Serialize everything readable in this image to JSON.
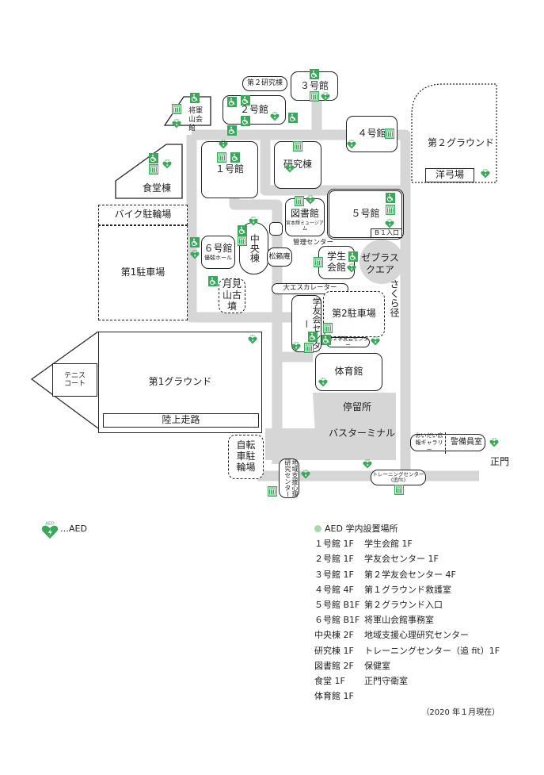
{
  "buildings": {
    "research2": "第２研究棟",
    "bldg3": "３号館",
    "shogunyama": "将軍山会館",
    "bldg2": "２号館",
    "cafeteria": "食堂棟",
    "bldg1": "１号館",
    "research": "研究棟",
    "bldg4": "４号館",
    "ground2": "第２グラウンド",
    "archery": "洋弓場",
    "bike_parking": "バイク駐輪場",
    "parking1": "第1駐車場",
    "library": "図書館",
    "museum": "宮本輝ミュージアム",
    "admin_center": "管理センター",
    "bldg5": "５号館",
    "b1_entrance": "Ｂ１入口",
    "bldg6": "６号館",
    "hall": "優駿ホール",
    "central": "中央棟",
    "shoraian": "松籟庵",
    "student_hall": "学生会館",
    "zebra_square": "ゼブラスクエア",
    "escalator": "大エスカレーター",
    "tsukimiyama": "月見山古墳",
    "club_center": "学友会センター",
    "parking2": "第2駐車場",
    "club_center2": "第２学友会センター",
    "sakura_path": "さくら径",
    "gym": "体育館",
    "tennis": "テニスコート",
    "ground1": "第1グラウンド",
    "track": "陸上走路",
    "bus_stop": "停留所",
    "bus_terminal": "バスターミナル",
    "bicycle_parking": "自転車駐輪場",
    "psych_center": "地域支援心理研究センター",
    "training_center": "トレーニングセンター(追fit)",
    "gallery": "おいだい広報ギャラリー",
    "guard_room": "警備員室",
    "main_gate": "正門"
  },
  "legend_key": {
    "aed_icon_text": "AED",
    "label": "…AED"
  },
  "legend": {
    "title": "AED 学内設置場所",
    "col1": [
      "１号館 1F",
      "２号館 1F",
      "３号館 1F",
      "４号館 4F",
      "５号館 B1F",
      "６号館 B1F",
      "中央棟 2F",
      "研究棟 1F",
      "図書館 2F",
      "食堂 1F",
      "体育館 1F"
    ],
    "col2": [
      "学生会館 1F",
      "学友会センター 1F",
      "第２学友会センター 4F",
      "第１グラウンド救護室",
      "第２グラウンド入口",
      "将軍山会館事務室",
      "地域支援心理研究センター",
      "トレーニングセンター（追 fit）1F",
      "保健室",
      "正門守衛室",
      ""
    ],
    "dot_color": "#a8d8b0",
    "note": "（2020 年１月現在）"
  },
  "colors": {
    "aed": "#3aa75a",
    "road": "#d6d6d6"
  }
}
